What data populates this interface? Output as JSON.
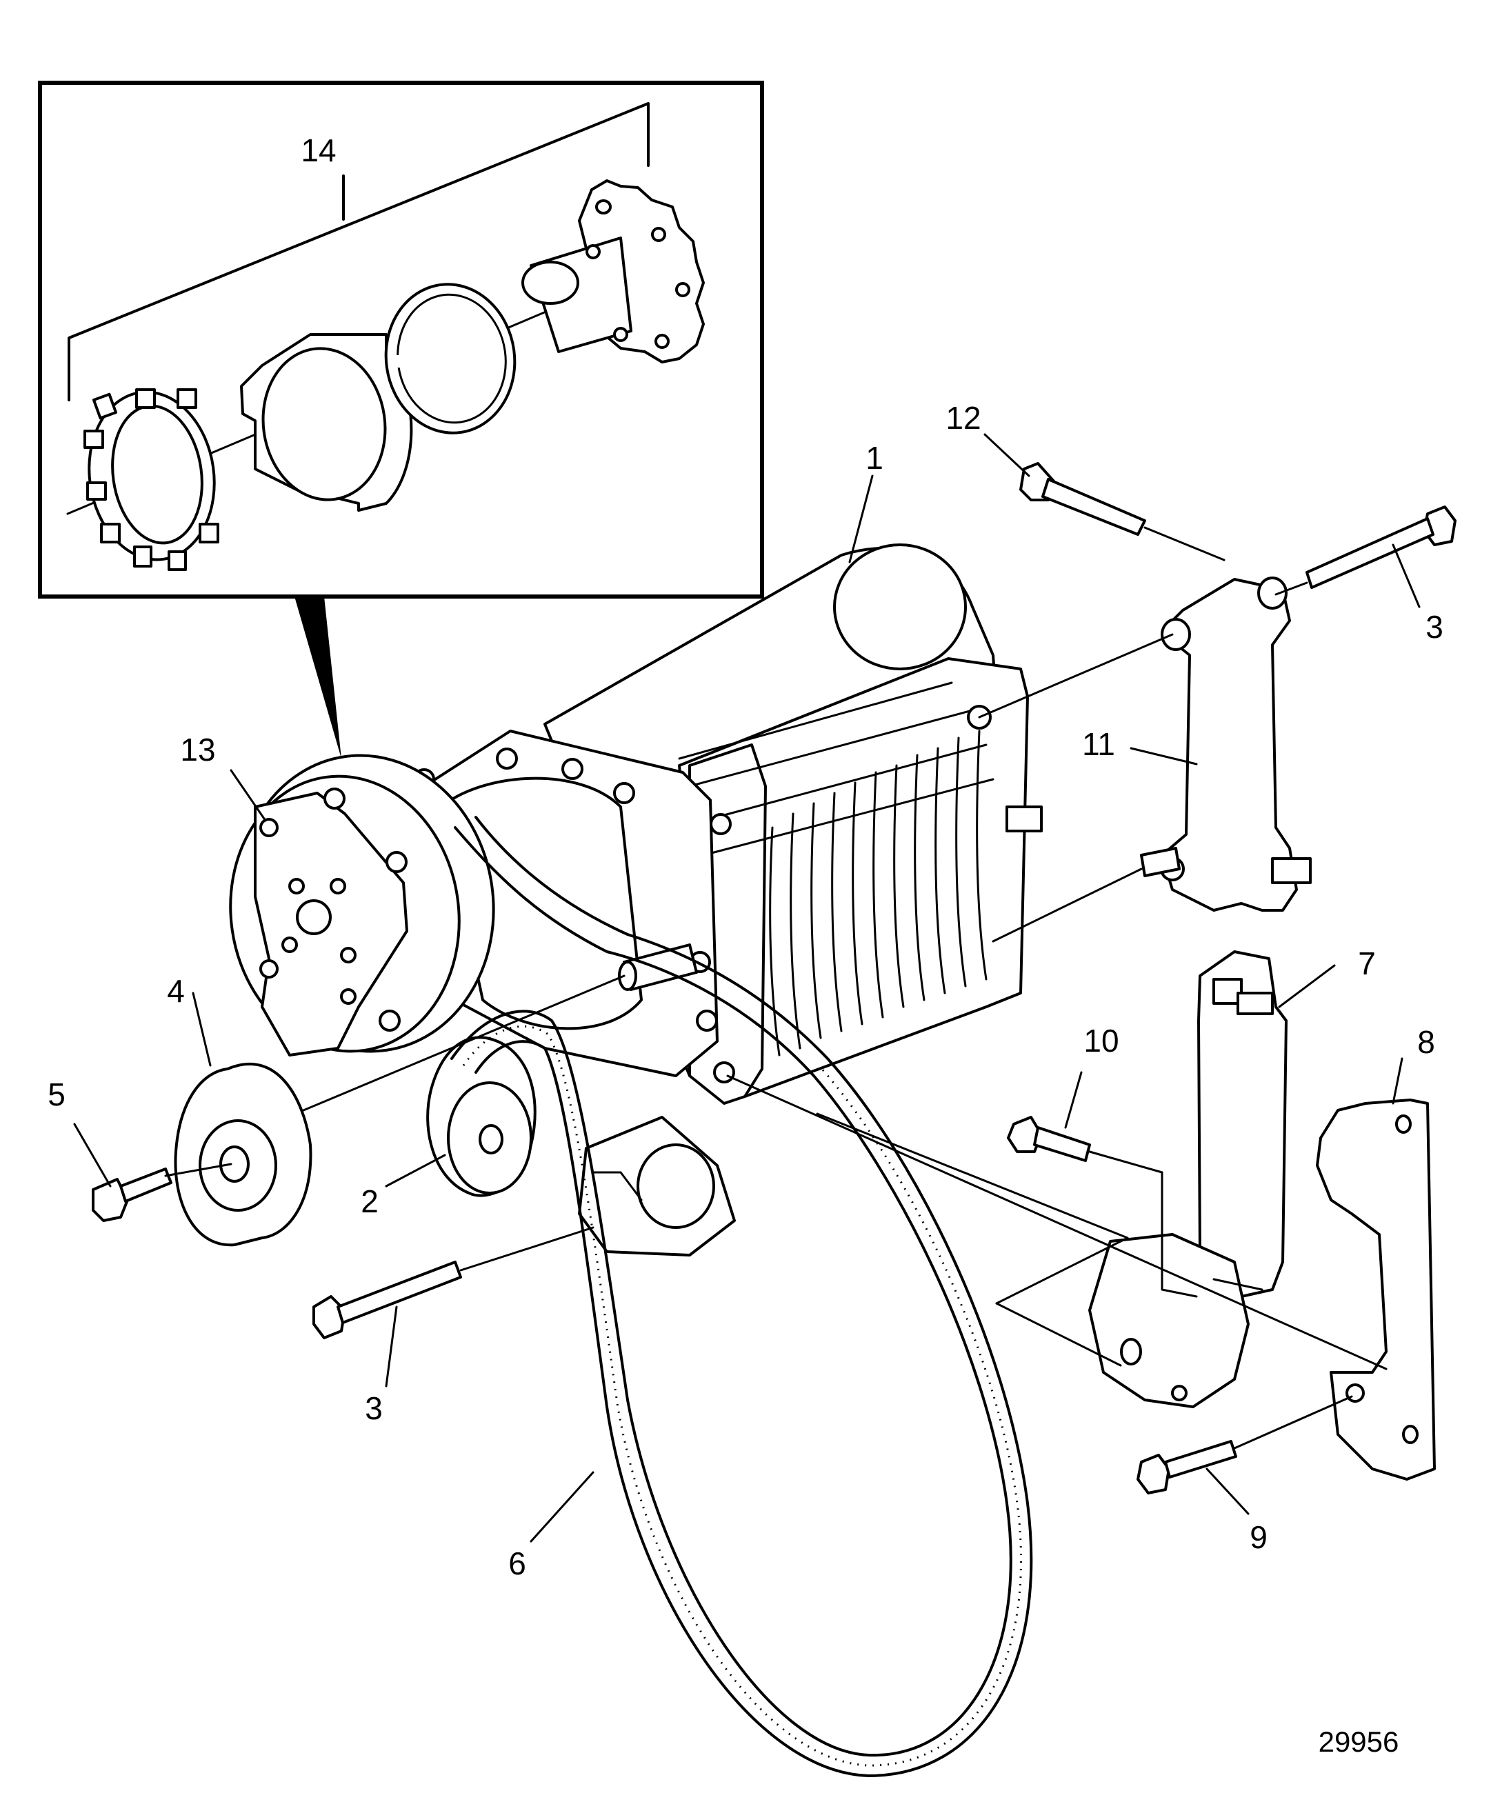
{
  "figure_id": "29956",
  "callouts": {
    "c1": "1",
    "c2": "2",
    "c3a": "3",
    "c3b": "3",
    "c4": "4",
    "c5": "5",
    "c6": "6",
    "c7": "7",
    "c8": "8",
    "c9": "9",
    "c10": "10",
    "c11": "11",
    "c12": "12",
    "c13": "13",
    "c14": "14"
  }
}
